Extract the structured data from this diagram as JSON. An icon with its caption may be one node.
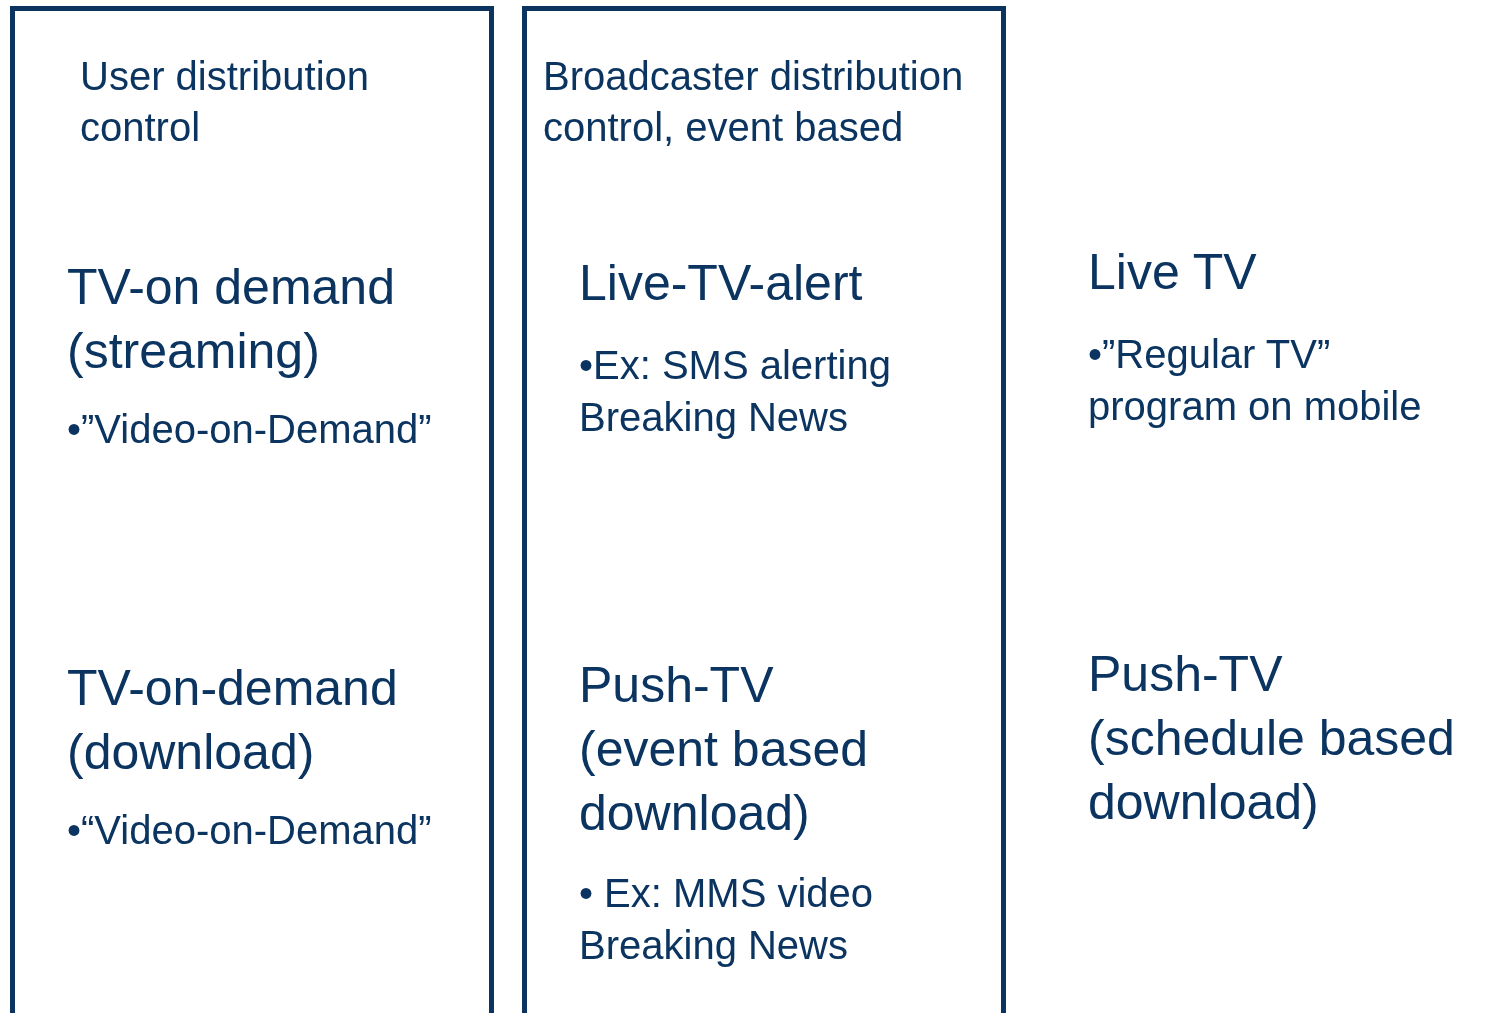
{
  "diagram": {
    "nodes": [
      {
        "text": [
          "User distribution control",
          "TV-on demand (streaming)",
          "•”Video-on-Demand”",
          "TV-on-demand (download)",
          "•“Video-on-Demand”"
        ]
      },
      {
        "text": [
          "Broadcaster distribution control, event based",
          "Live-TV-alert",
          "•Ex: SMS alerting Breaking News",
          "Push-TV (event based download)",
          "• Ex: MMS video Breaking News"
        ]
      }
    ],
    "labels": [
      "Live TV",
      "•”Regular TV” program on mobile",
      "Push-TV (schedule based download)"
    ]
  }
}
